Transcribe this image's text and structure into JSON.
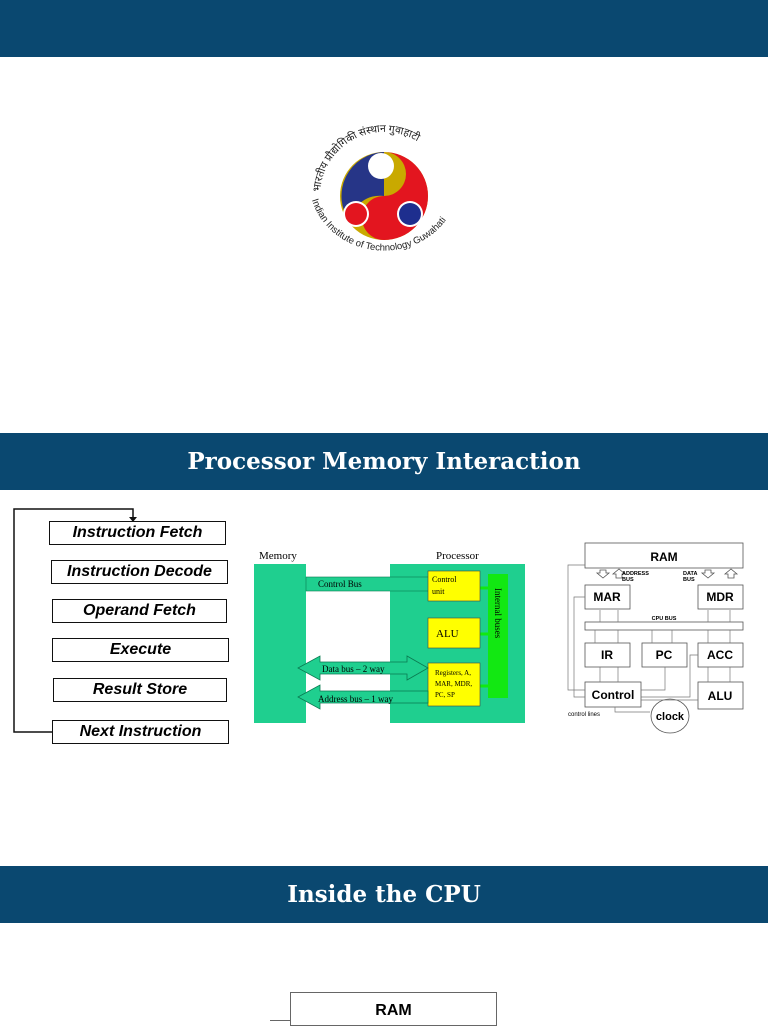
{
  "slides": {
    "title_slide": {
      "logo": {
        "hindi_arc": "भारतीय प्रौद्योगिकी संस्थान गुवाहाटी",
        "english_arc": "Indian Institute of Technology Guwahati"
      }
    },
    "slide2": {
      "title": "Processor Memory Interaction",
      "cycle_steps": [
        "Instruction Fetch",
        "Instruction Decode",
        "Operand Fetch",
        "Execute",
        "Result Store",
        "Next Instruction"
      ],
      "diagram": {
        "memory_label": "Memory",
        "processor_label": "Processor",
        "control_bus": "Control Bus",
        "control_unit_line1": "Control",
        "control_unit_line2": "unit",
        "alu": "ALU",
        "registers_line1": "Registers, A,",
        "registers_line2": "MAR, MDR,",
        "registers_line3": "PC, SP",
        "internal_buses": "Internal buses",
        "data_bus": "Data bus – 2 way",
        "address_bus": "Address bus – 1 way"
      },
      "cpu_diagram": {
        "ram": "RAM",
        "address_bus_line1": "ADDRESS",
        "address_bus_line2": "BUS",
        "data_bus_line1": "DATA",
        "data_bus_line2": "BUS",
        "mar": "MAR",
        "mdr": "MDR",
        "cpu_bus": "CPU BUS",
        "ir": "IR",
        "pc": "PC",
        "acc": "ACC",
        "control": "Control",
        "alu": "ALU",
        "control_lines": "control lines",
        "clock": "clock"
      }
    },
    "slide3": {
      "title": "Inside the CPU",
      "ram": "RAM"
    },
    "colors": {
      "header_band": "#0a4870",
      "diagram_green": "#1fcf8f",
      "bus_bright_green": "#12e812",
      "unit_yellow": "#ffff00",
      "logo_gold": "#c9a900",
      "logo_red": "#e3151f",
      "logo_blue": "#1e2e8e"
    }
  }
}
